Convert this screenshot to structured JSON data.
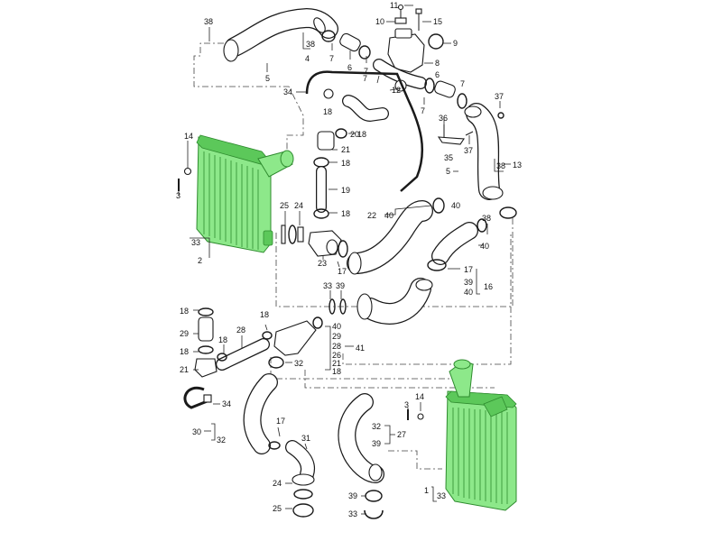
{
  "diagram": {
    "callouts": [
      {
        "id": "c38a",
        "text": "38"
      },
      {
        "id": "c4",
        "text": "4"
      },
      {
        "id": "c38b",
        "text": "38"
      },
      {
        "id": "c5a",
        "text": "5"
      },
      {
        "id": "c7a",
        "text": "7"
      },
      {
        "id": "c7b",
        "text": "7"
      },
      {
        "id": "c6",
        "text": "6"
      },
      {
        "id": "c11",
        "text": "11"
      },
      {
        "id": "c10",
        "text": "10"
      },
      {
        "id": "c15",
        "text": "15"
      },
      {
        "id": "c9",
        "text": "9"
      },
      {
        "id": "c8",
        "text": "8"
      },
      {
        "id": "c7c",
        "text": "7"
      },
      {
        "id": "c12",
        "text": "12"
      },
      {
        "id": "c7d",
        "text": "7"
      },
      {
        "id": "c6b",
        "text": "6"
      },
      {
        "id": "c7e",
        "text": "7"
      },
      {
        "id": "c34a",
        "text": "34"
      },
      {
        "id": "c18a",
        "text": "18"
      },
      {
        "id": "c20",
        "text": "20"
      },
      {
        "id": "c18b",
        "text": "18"
      },
      {
        "id": "c21a",
        "text": "21"
      },
      {
        "id": "c18c",
        "text": "18"
      },
      {
        "id": "c19",
        "text": "19"
      },
      {
        "id": "c18d",
        "text": "18"
      },
      {
        "id": "c37a",
        "text": "37"
      },
      {
        "id": "c36",
        "text": "36"
      },
      {
        "id": "c37b",
        "text": "37"
      },
      {
        "id": "c35",
        "text": "35"
      },
      {
        "id": "c38c",
        "text": "38"
      },
      {
        "id": "c13",
        "text": "13"
      },
      {
        "id": "c5b",
        "text": "5"
      },
      {
        "id": "c14a",
        "text": "14"
      },
      {
        "id": "c3a",
        "text": "3"
      },
      {
        "id": "c33a",
        "text": "33"
      },
      {
        "id": "c2",
        "text": "2"
      },
      {
        "id": "c25a",
        "text": "25"
      },
      {
        "id": "c24a",
        "text": "24"
      },
      {
        "id": "c23",
        "text": "23"
      },
      {
        "id": "c17a",
        "text": "17"
      },
      {
        "id": "c22",
        "text": "22"
      },
      {
        "id": "c40a",
        "text": "40"
      },
      {
        "id": "c40b",
        "text": "40"
      },
      {
        "id": "c38d",
        "text": "38"
      },
      {
        "id": "c40c",
        "text": "40"
      },
      {
        "id": "c17b",
        "text": "17"
      },
      {
        "id": "c39a",
        "text": "39"
      },
      {
        "id": "c40d",
        "text": "40"
      },
      {
        "id": "c16",
        "text": "16"
      },
      {
        "id": "c33b",
        "text": "33"
      },
      {
        "id": "c39b",
        "text": "39"
      },
      {
        "id": "c18e",
        "text": "18"
      },
      {
        "id": "c29a",
        "text": "29"
      },
      {
        "id": "c18f",
        "text": "18"
      },
      {
        "id": "c21b",
        "text": "21"
      },
      {
        "id": "c28a",
        "text": "28"
      },
      {
        "id": "c18g",
        "text": "18"
      },
      {
        "id": "c18h",
        "text": "18"
      },
      {
        "id": "c40e",
        "text": "40"
      },
      {
        "id": "c29b",
        "text": "29"
      },
      {
        "id": "c28b",
        "text": "28"
      },
      {
        "id": "c26",
        "text": "26"
      },
      {
        "id": "c21c",
        "text": "21"
      },
      {
        "id": "c18i",
        "text": "18"
      },
      {
        "id": "c41",
        "text": "41"
      },
      {
        "id": "c32a",
        "text": "32"
      },
      {
        "id": "c34b",
        "text": "34"
      },
      {
        "id": "c30",
        "text": "30"
      },
      {
        "id": "c32b",
        "text": "32"
      },
      {
        "id": "c17c",
        "text": "17"
      },
      {
        "id": "c31",
        "text": "31"
      },
      {
        "id": "c24b",
        "text": "24"
      },
      {
        "id": "c25b",
        "text": "25"
      },
      {
        "id": "c3b",
        "text": "3"
      },
      {
        "id": "c14b",
        "text": "14"
      },
      {
        "id": "c32c",
        "text": "32"
      },
      {
        "id": "c27",
        "text": "27"
      },
      {
        "id": "c39c",
        "text": "39"
      },
      {
        "id": "c39d",
        "text": "39"
      },
      {
        "id": "c33c",
        "text": "33"
      },
      {
        "id": "c1",
        "text": "1"
      },
      {
        "id": "c33d",
        "text": "33"
      }
    ],
    "highlight_color": "#8de88a",
    "highlighted_parts": [
      "intercooler-left",
      "intercooler-right"
    ]
  }
}
